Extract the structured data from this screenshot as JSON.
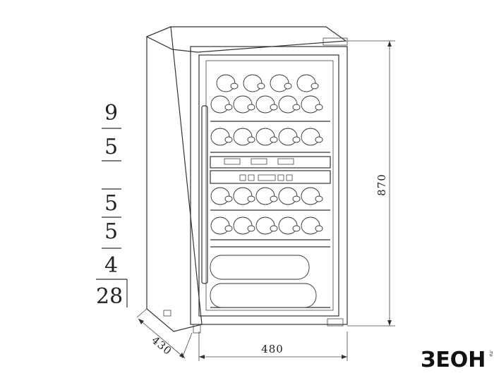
{
  "shelf_counts": {
    "row1": "9",
    "row2": "5",
    "row3": "5",
    "row4": "5",
    "row5": "4",
    "total": "28"
  },
  "dimensions": {
    "height": "870",
    "width": "480",
    "depth": "430"
  },
  "logo": {
    "main": "ЗЕОН",
    "suffix": ".ru"
  }
}
